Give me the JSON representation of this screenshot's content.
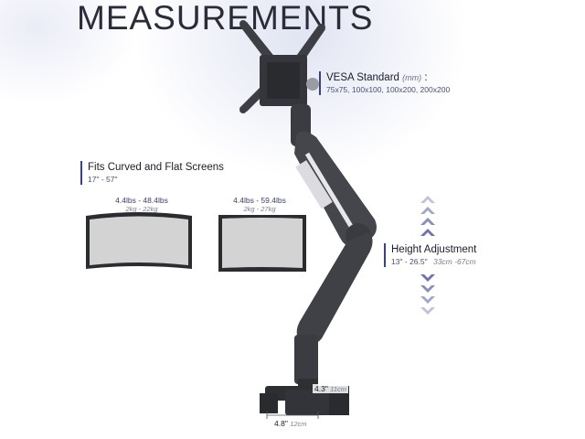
{
  "title": "MEASUREMENTS",
  "vesa": {
    "label": "VESA Standard",
    "unit": "(mm)",
    "colon": ":",
    "sizes": "75x75, 100x100, 100x200, 200x200"
  },
  "screens": {
    "label": "Fits Curved and Flat Screens",
    "range": "17\" - 57\"",
    "curved": {
      "lbs": "4.4lbs - 48.4lbs",
      "kg": "2kg - 22kg"
    },
    "flat": {
      "lbs": "4.4lbs - 59.4lbs",
      "kg": "2kg - 27kg"
    }
  },
  "height": {
    "label": "Height Adjustment",
    "range": "13\" - 26.5\"",
    "metric": "33cm -67cm"
  },
  "base": {
    "depth": "4.8\"",
    "depth_metric": "12cm",
    "width": "4.3\"",
    "width_metric": "11cm"
  },
  "colors": {
    "accent": "#3a3f8f",
    "arm": "#3d3f44",
    "arm_dark": "#2a2b2f",
    "arrow": "#4a4f9a"
  }
}
